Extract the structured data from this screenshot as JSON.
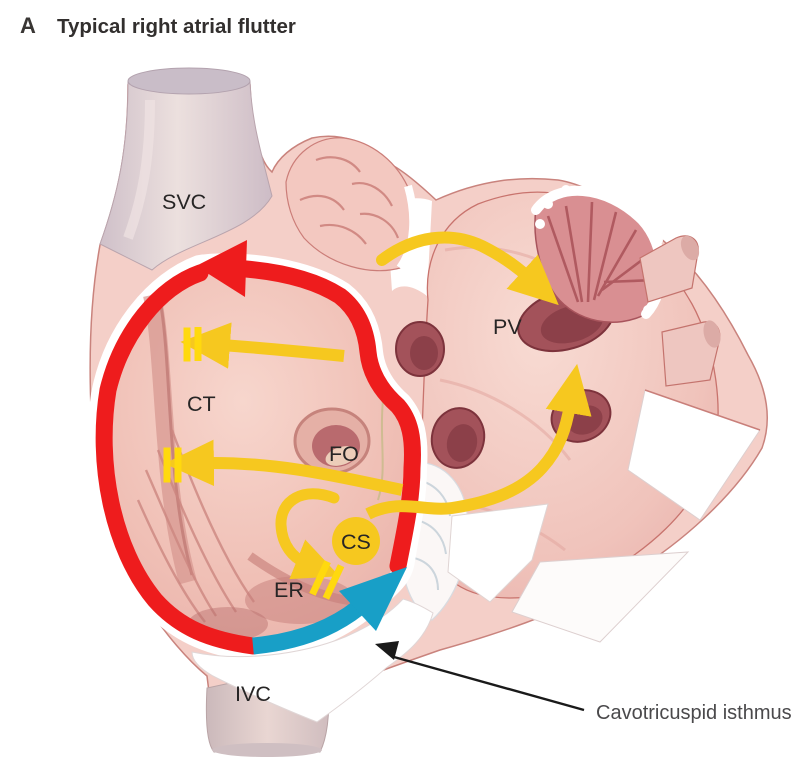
{
  "panel": {
    "label": "A",
    "title": "Typical right atrial flutter"
  },
  "labels": {
    "svc": "SVC",
    "ct": "CT",
    "fo": "FO",
    "cs": "CS",
    "er": "ER",
    "ivc": "IVC",
    "pv": "PV"
  },
  "annotation": {
    "cavotricuspid": "Cavotricuspid isthmus"
  },
  "colors": {
    "circuit_red": "#ee1c1d",
    "isthmus_blue": "#189fc7",
    "wavefront_yellow": "#f6c81f",
    "block_bar_yellow": "#ffd90e",
    "label_text": "#272525",
    "annotation_text": "#4a494b"
  }
}
